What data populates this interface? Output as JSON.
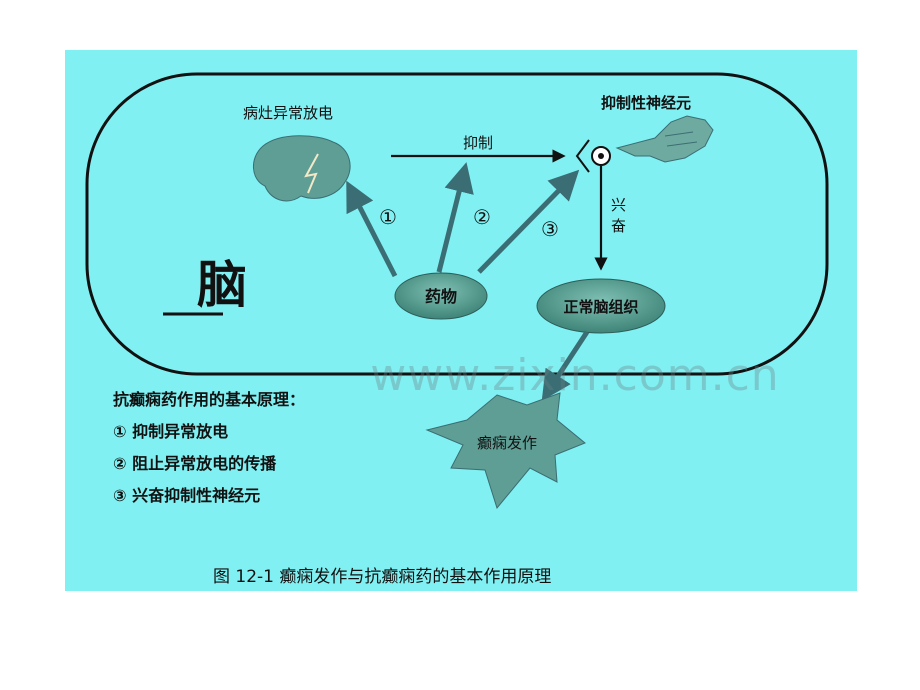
{
  "diagram": {
    "region_label": "脑",
    "focus_label": "病灶异常放电",
    "inhibit_label": "抑制",
    "inhibitory_neuron_label": "抑制性神经元",
    "excite_label_1": "兴",
    "excite_label_2": "奋",
    "drug_label": "药物",
    "normal_tissue_label": "正常脑组织",
    "seizure_label": "癫痫发作",
    "path_numbers": [
      "①",
      "②",
      "③"
    ],
    "principles_title": "抗癫痫药作用的基本原理：",
    "principles": [
      "① 抑制异常放电",
      "② 阻止异常放电的传播",
      "③ 兴奋抑制性神经元"
    ],
    "caption": "图 12-1  癫痫发作与抗癫痫药的基本作用原理",
    "watermark": "www.zixin.com.cn"
  },
  "colors": {
    "background": "#80f0f2",
    "shape_fill": "#5f9e94",
    "arrow": "#3a6e74",
    "outline": "#111111"
  }
}
